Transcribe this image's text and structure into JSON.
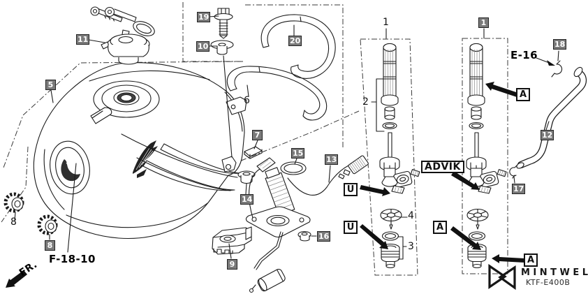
{
  "parts": {
    "asm_mid": "1",
    "asm_right": "1",
    "strainer_set": "2",
    "cup": "3",
    "diaphragm": "4",
    "tank": "5",
    "band_front": "6",
    "pad": "7",
    "grommet_a": "8",
    "grommet_b": "8",
    "mount": "9",
    "washer": "10",
    "cap": "11",
    "hose": "12",
    "sender": "13",
    "cushion": "14",
    "oring": "15",
    "grommet": "16",
    "clip_hose": "17",
    "clip_top": "18",
    "bolt": "19",
    "band_rear": "20"
  },
  "callouts": {
    "u_top": "U",
    "u_bottom": "U",
    "a_right": "A",
    "a_mid": "A",
    "a_bottom": "A",
    "advik": "ADVIK",
    "e16": "E-16",
    "f1810": "F-18-10",
    "fr": "FR."
  },
  "watermark": {
    "brand": "MINTWELL",
    "code": "KTF-E400B"
  },
  "colors": {
    "label_bg": "#7a7a7a",
    "line": "#1a1a1a"
  }
}
